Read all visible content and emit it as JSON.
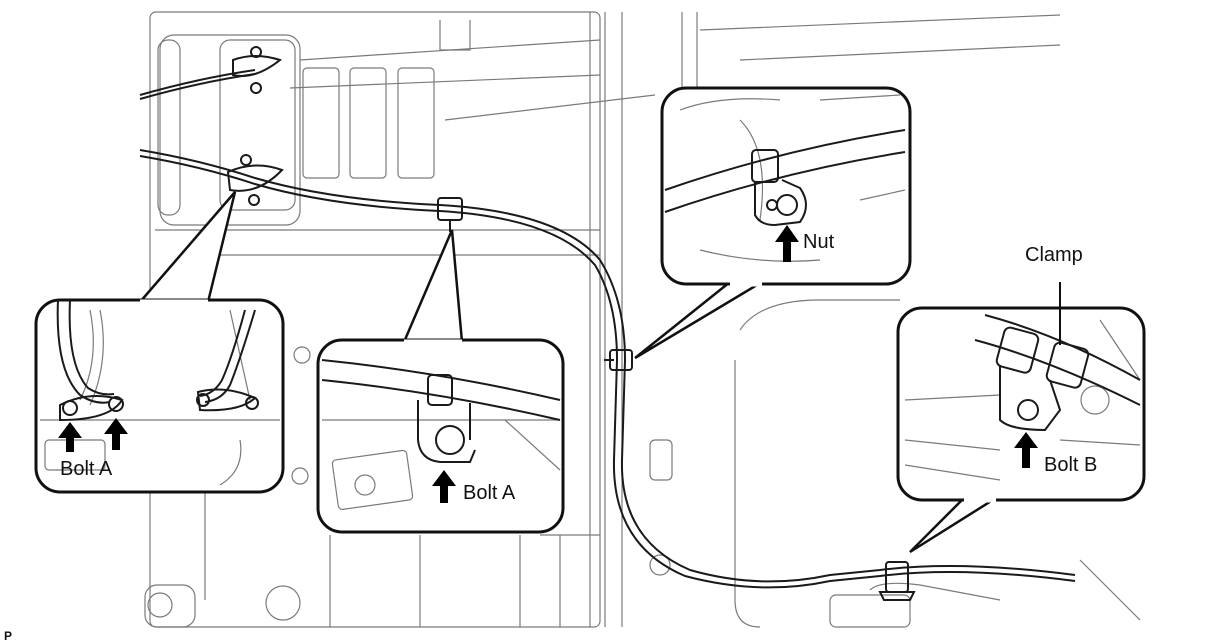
{
  "figure_code": "P",
  "callouts": {
    "left": {
      "label": "Bolt A"
    },
    "center": {
      "label": "Bolt A"
    },
    "top_right": {
      "label": "Nut"
    },
    "bottom_right": {
      "label": "Bolt B",
      "clamp_label": "Clamp"
    }
  }
}
